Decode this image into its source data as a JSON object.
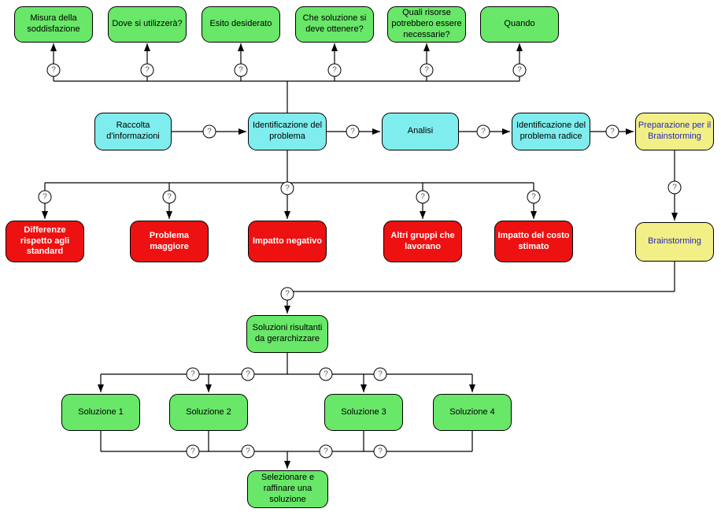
{
  "qmark": "?",
  "colors": {
    "box_green": "#68E768",
    "box_cyan": "#7FEDED",
    "box_yellow": "#F1EF86",
    "box_red": "#EE1111",
    "yellow_text": "#2828B8",
    "red_text": "#FFFFFF",
    "line": "#000000"
  },
  "nodes": {
    "misura": "Misura della soddisfazione",
    "dove": "Dove si utilizzerà?",
    "esito": "Esito desiderato",
    "che_soluzione": "Che soluzione si deve ottenere?",
    "quali_risorse": "Quali risorse potrebbero essere necessarie?",
    "quando": "Quando",
    "raccolta": "Raccolta d'informazioni",
    "identificazione": "Identificazione del problema",
    "analisi": "Analisi",
    "radice": "Identificazione del problema radice",
    "preparazione": "Preparazione per il Brainstorming",
    "differenze": "Differenze rispetto agli standard",
    "problema_maggiore": "Problema maggiore",
    "impatto_negativo": "Impatto negativo",
    "altri_gruppi": "Altri gruppi che lavorano",
    "impatto_costo": "Impatto del costo stimato",
    "brainstorming": "Brainstorming",
    "soluzioni_risultanti": "Soluzioni risultanti da gerarchizzare",
    "soluzione1": "Soluzione 1",
    "soluzione2": "Soluzione 2",
    "soluzione3": "Soluzione 3",
    "soluzione4": "Soluzione 4",
    "selezionare": "Selezionare e raffinare una soluzione"
  }
}
